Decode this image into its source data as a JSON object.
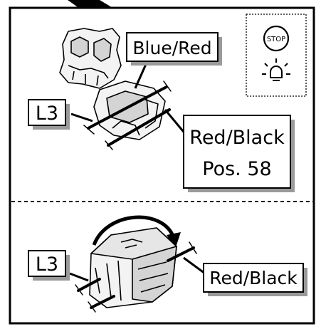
{
  "top_panel": {
    "label_wire_a": "Blue/Red",
    "label_wire_b": "Red/Black",
    "label_position": "Pos. 58",
    "label_connector": "L3",
    "symbols": {
      "stop_text": "STOP",
      "stop_icon": "stop-sign-icon",
      "lamp_icon": "lamp-light-icon"
    }
  },
  "bottom_panel": {
    "label_connector": "L3",
    "label_wire": "Red/Black",
    "rotate_icon": "rotate-arrow-icon"
  },
  "colors": {
    "line": "#000000",
    "shadow": "#9a9a9a",
    "part_fill": "#f3f3f3",
    "part_shade": "#d4d4d4"
  }
}
